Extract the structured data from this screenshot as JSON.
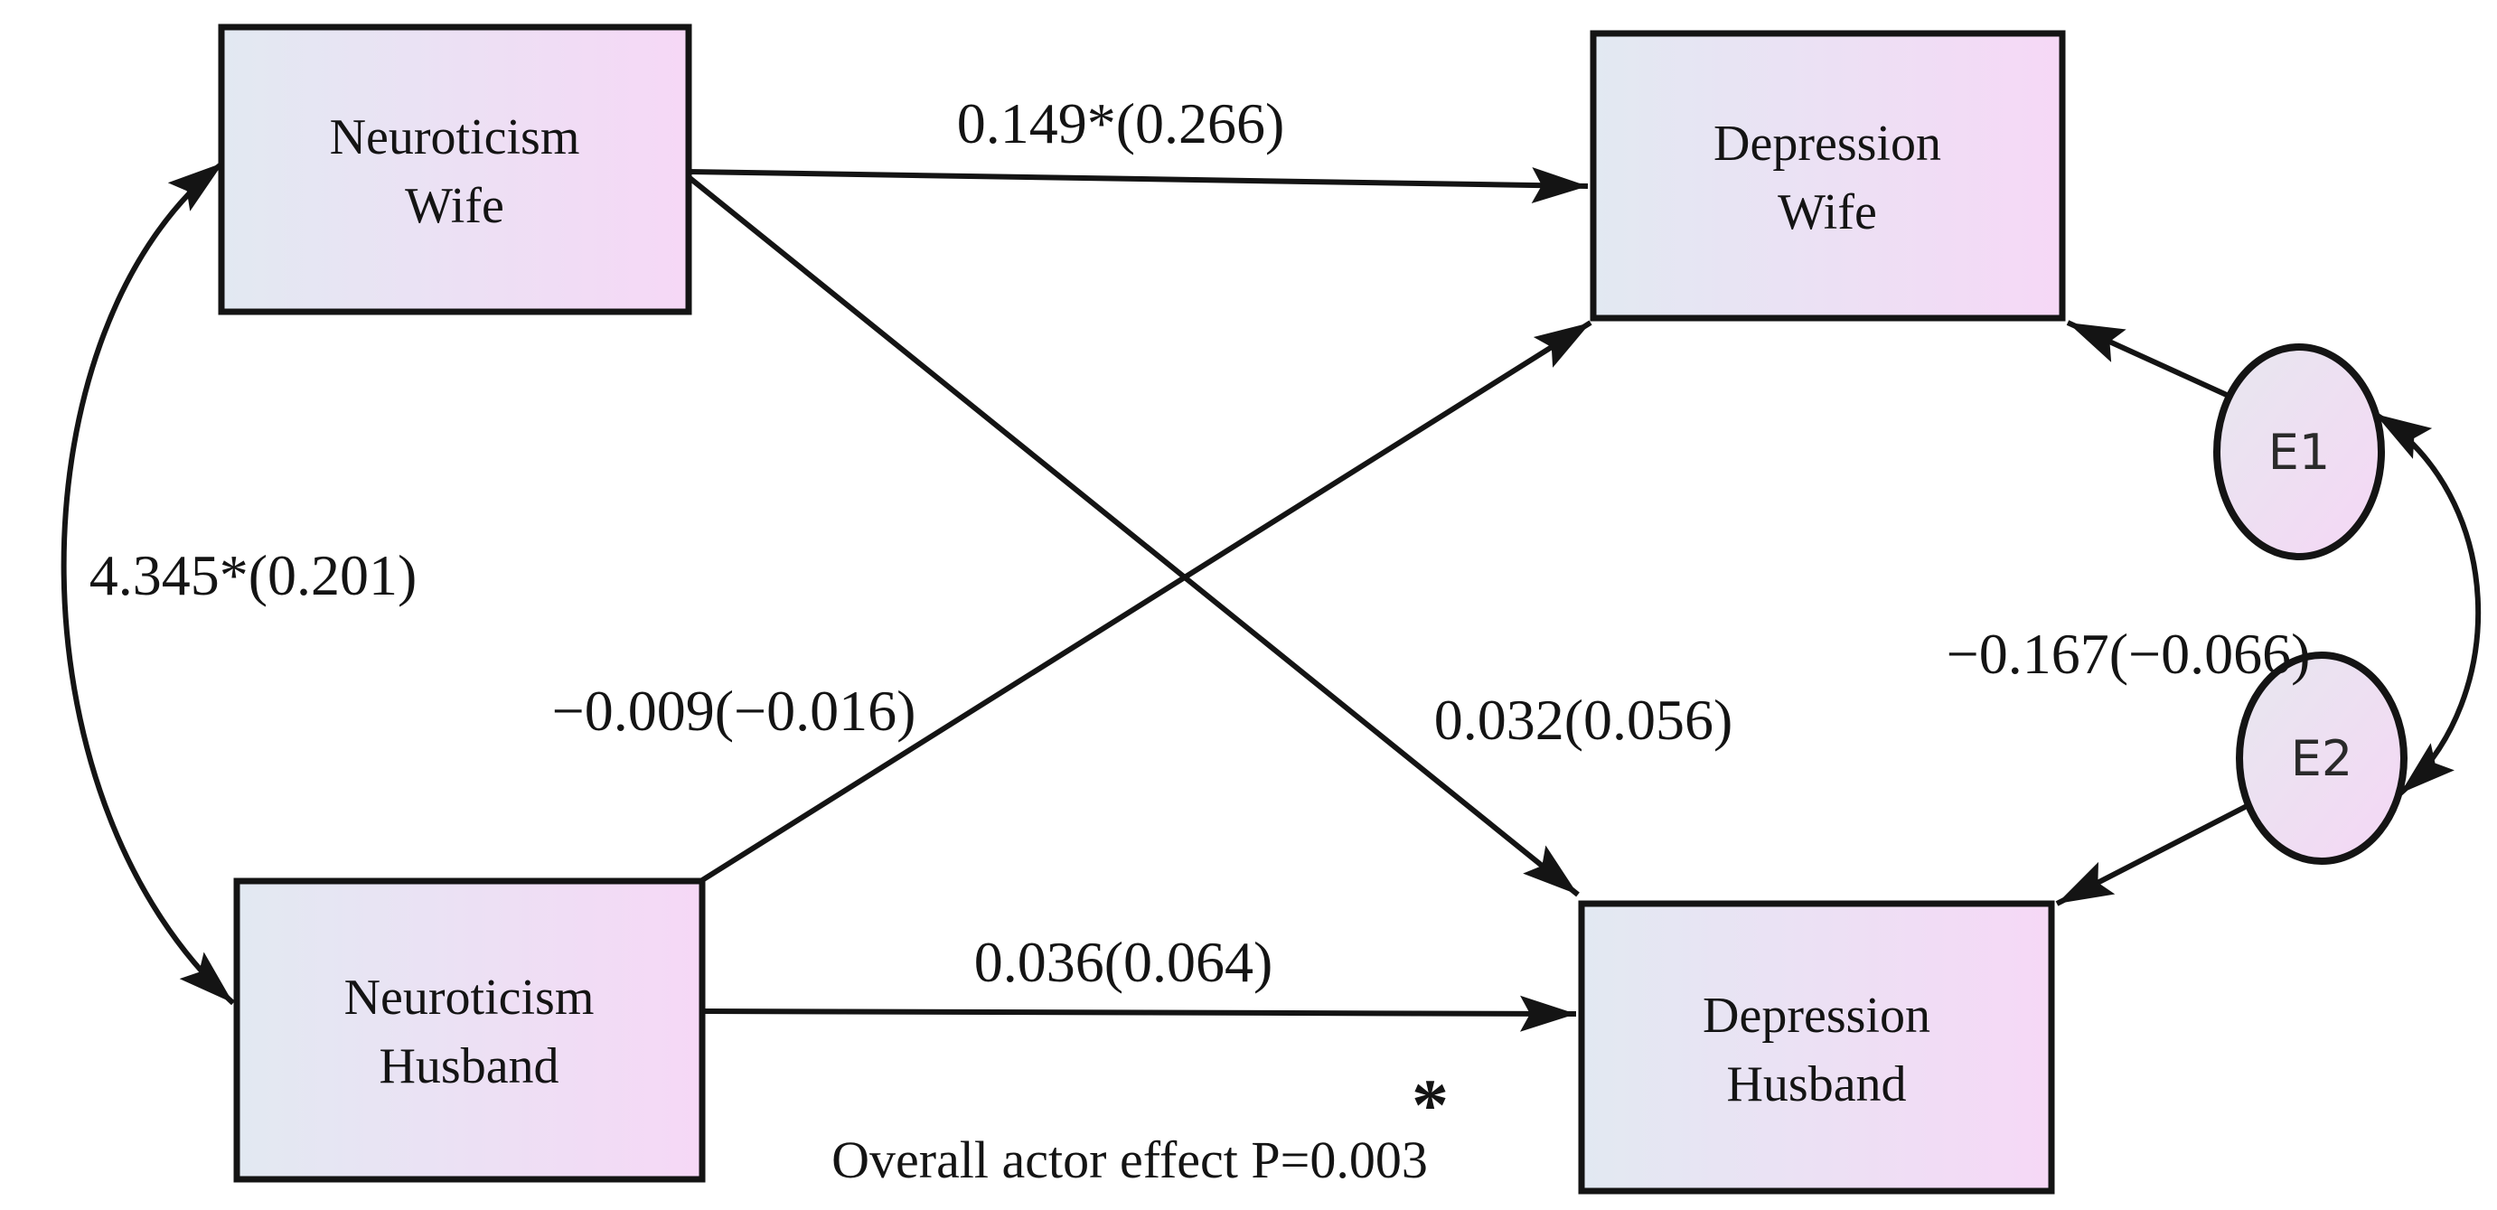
{
  "diagram": {
    "colors": {
      "background": "#ffffff",
      "line": "#141414",
      "text": "#141414",
      "node_fill_left": "#e2e9f2",
      "node_fill_right": "#f6d8f6",
      "ellipse_fill_left": "#e7e7ef",
      "ellipse_fill_right": "#f5d7f5"
    },
    "nodes": {
      "neuroticism_wife": {
        "line1": "Neuroticism",
        "line2": "Wife"
      },
      "depression_wife": {
        "line1": "Depression",
        "line2": "Wife"
      },
      "neuroticism_husband": {
        "line1": "Neuroticism",
        "line2": "Husband"
      },
      "depression_husband": {
        "line1": "Depression",
        "line2": "Husband"
      },
      "error_wife": {
        "label": "E1"
      },
      "error_husband": {
        "label": "E2"
      }
    },
    "edges": {
      "actor_wife": {
        "label": "0.149*(0.266)"
      },
      "partner_wife_to_husband": {
        "label": "0.032(0.056)"
      },
      "partner_husband_to_wife": {
        "label": "−0.009(−0.016)"
      },
      "actor_husband": {
        "label": "0.036(0.064)"
      },
      "cov_neuroticism": {
        "label": "4.345*(0.201)"
      },
      "cov_errors": {
        "label": "−0.167(−0.066)"
      }
    },
    "footnote": {
      "text": "Overall actor effect P=0.003",
      "superscript": "*"
    }
  }
}
